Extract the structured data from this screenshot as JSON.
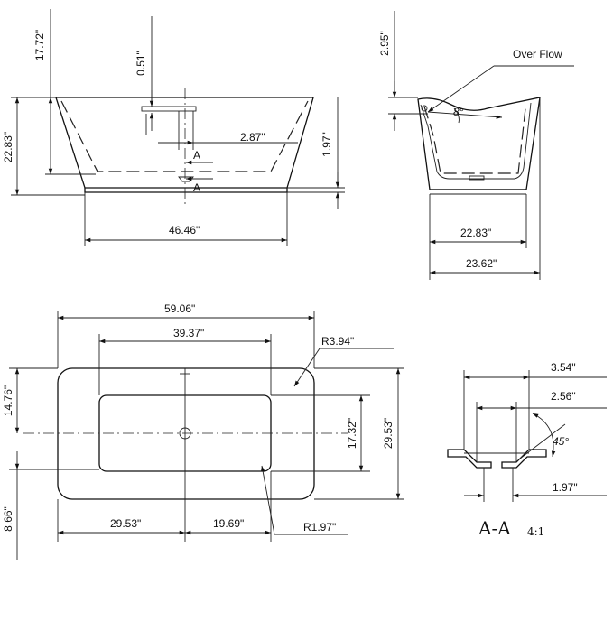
{
  "front_view": {
    "dims": {
      "total_height": "22.83\"",
      "inner_depth": "17.72\"",
      "rim_thickness": "0.51\"",
      "drain_offset": "2.87\"",
      "base_height": "1.97\"",
      "base_width": "46.46\""
    },
    "section_marker": "A"
  },
  "side_view": {
    "dims": {
      "overflow_depth": "2.95\"",
      "base_depth": "22.83\"",
      "total_depth": "23.62\""
    },
    "angle": "8°",
    "overflow_label": "Over Flow"
  },
  "plan_view": {
    "dims": {
      "total_length": "59.06\"",
      "inner_length": "39.37\"",
      "corner_radius": "R3.94\"",
      "half_width": "14.76\"",
      "inner_width": "17.32\"",
      "total_width": "29.53\"",
      "edge_offset": "8.66\"",
      "drain_from_left": "29.53\"",
      "drain_to_inner": "19.69\"",
      "inner_radius": "R1.97\""
    }
  },
  "section_detail": {
    "dims": {
      "outer_diameter": "3.54\"",
      "mid_diameter": "2.56\"",
      "inner_diameter": "1.97\""
    },
    "angle": "45°",
    "title": "A-A",
    "scale": "4:1"
  },
  "colors": {
    "line": "#111111",
    "background": "#ffffff"
  }
}
